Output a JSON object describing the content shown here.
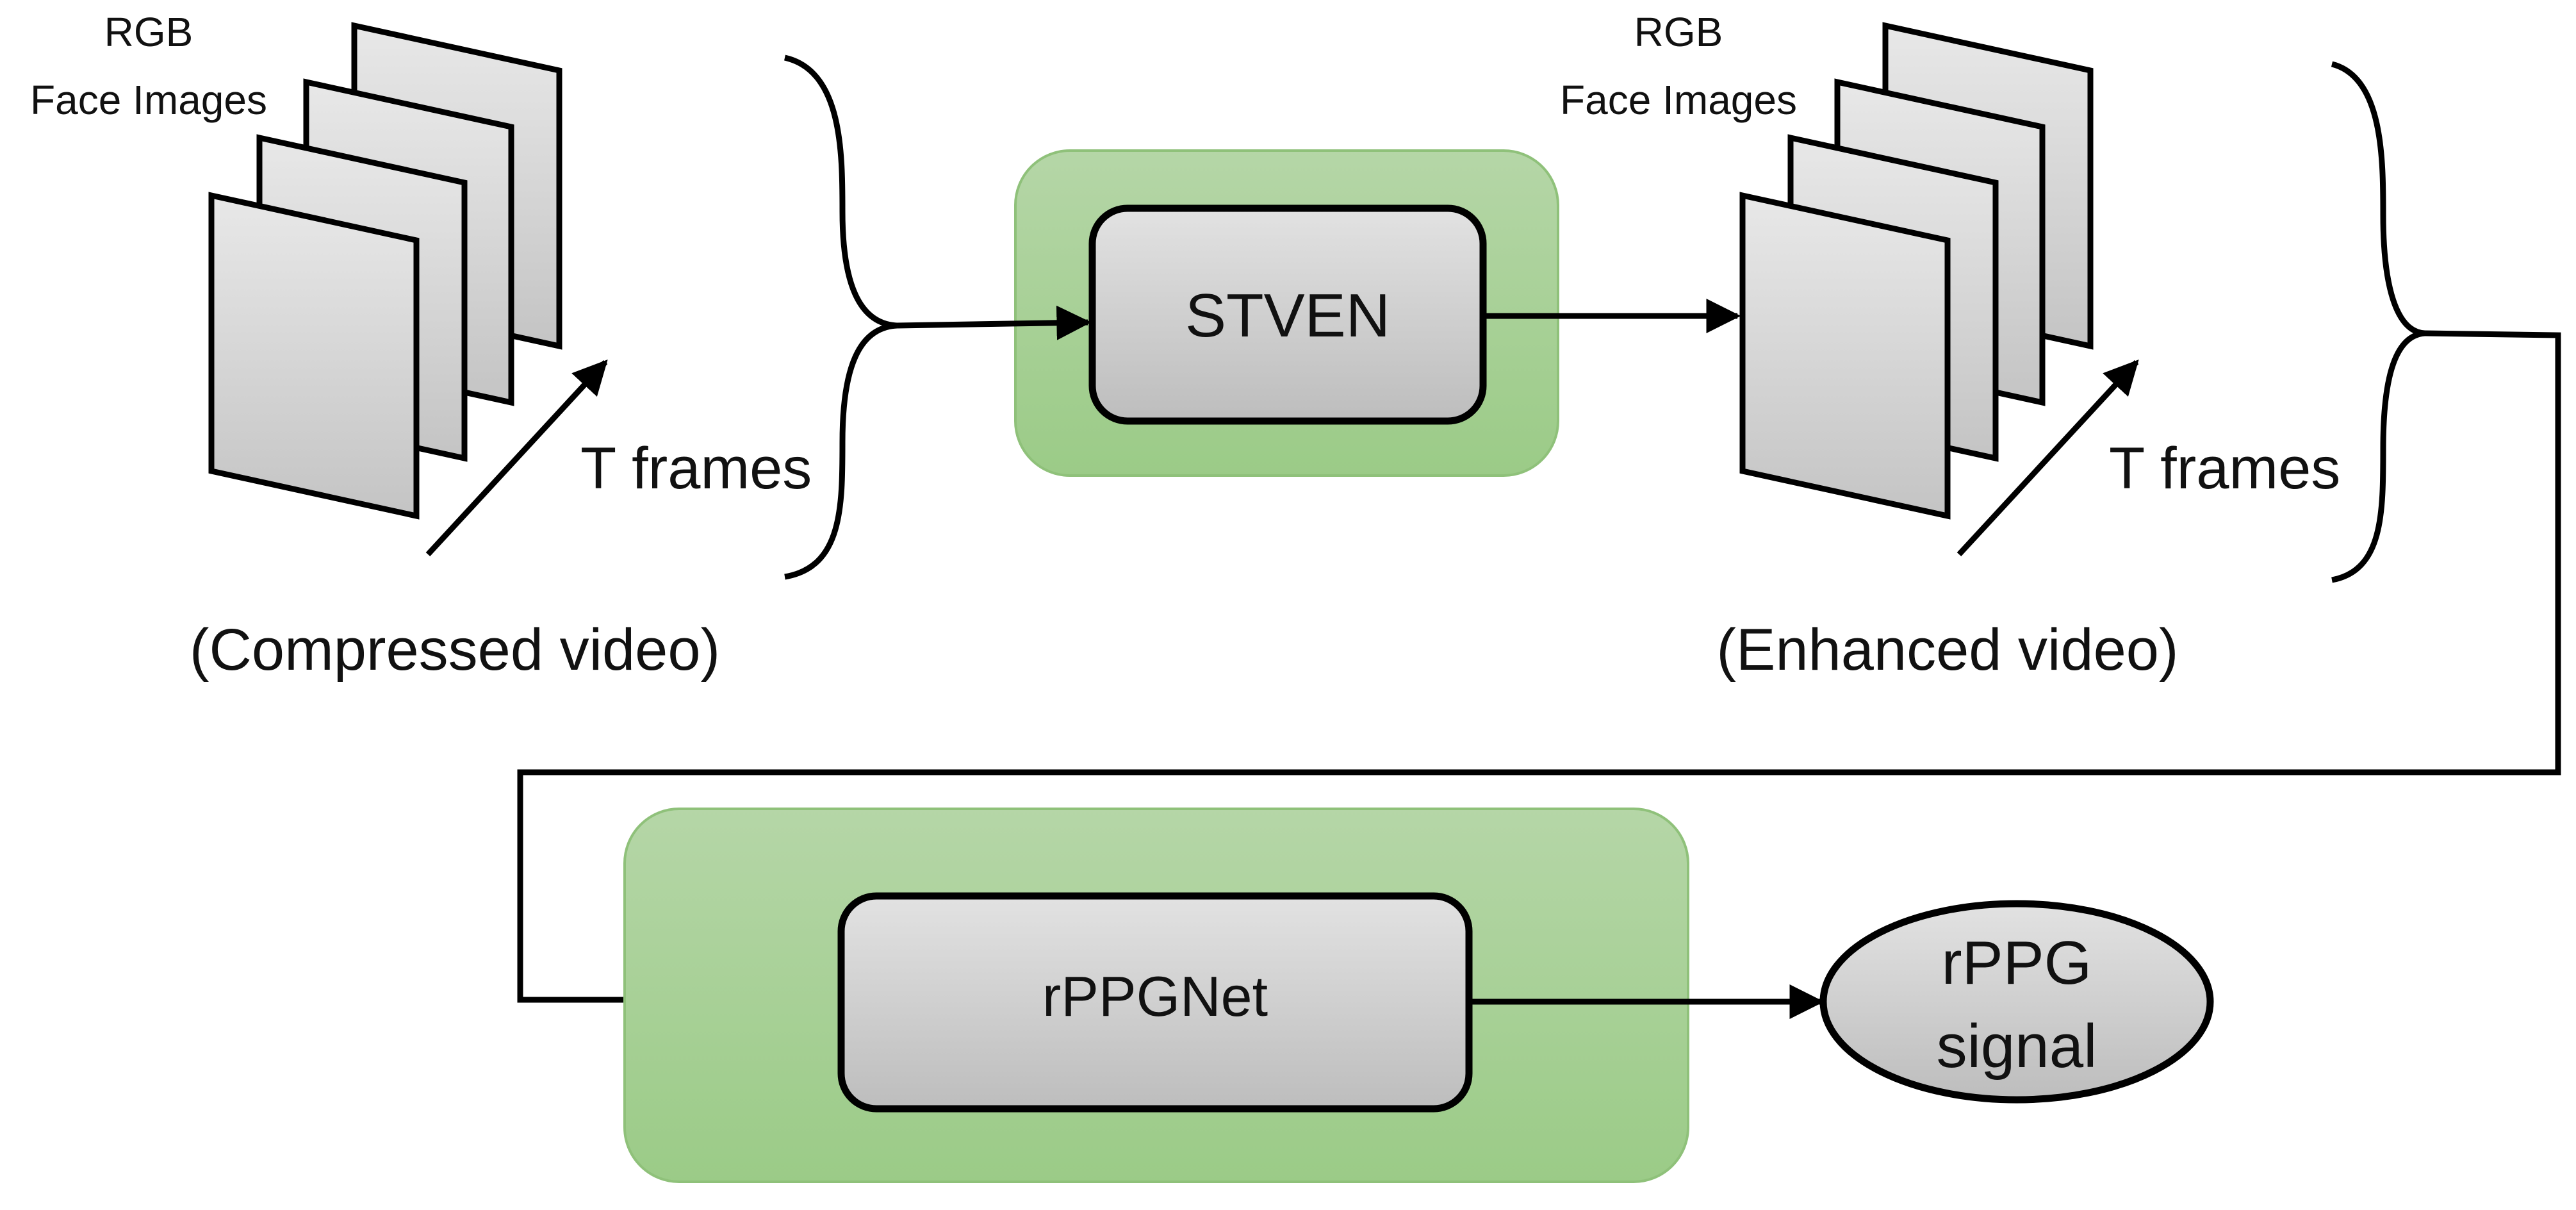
{
  "colors": {
    "panel_fill_top": "#b5d6a7",
    "panel_fill_bottom": "#9bcb87",
    "panel_stroke": "#8fc17a",
    "module_fill_top": "#e2e2e2",
    "module_fill_bottom": "#bdbdbd",
    "stroke": "#000000",
    "text": "#111111"
  },
  "input": {
    "rgb_label": "RGB",
    "face_label": "Face Images",
    "frames_label": "T frames",
    "caption": "(Compressed video)"
  },
  "stven": {
    "label": "STVEN"
  },
  "output": {
    "rgb_label": "RGB",
    "face_label": "Face Images",
    "frames_label": "T frames",
    "caption": "(Enhanced video)"
  },
  "rppgnet": {
    "label": "rPPGNet"
  },
  "signal": {
    "line1": "rPPG",
    "line2": "signal"
  }
}
